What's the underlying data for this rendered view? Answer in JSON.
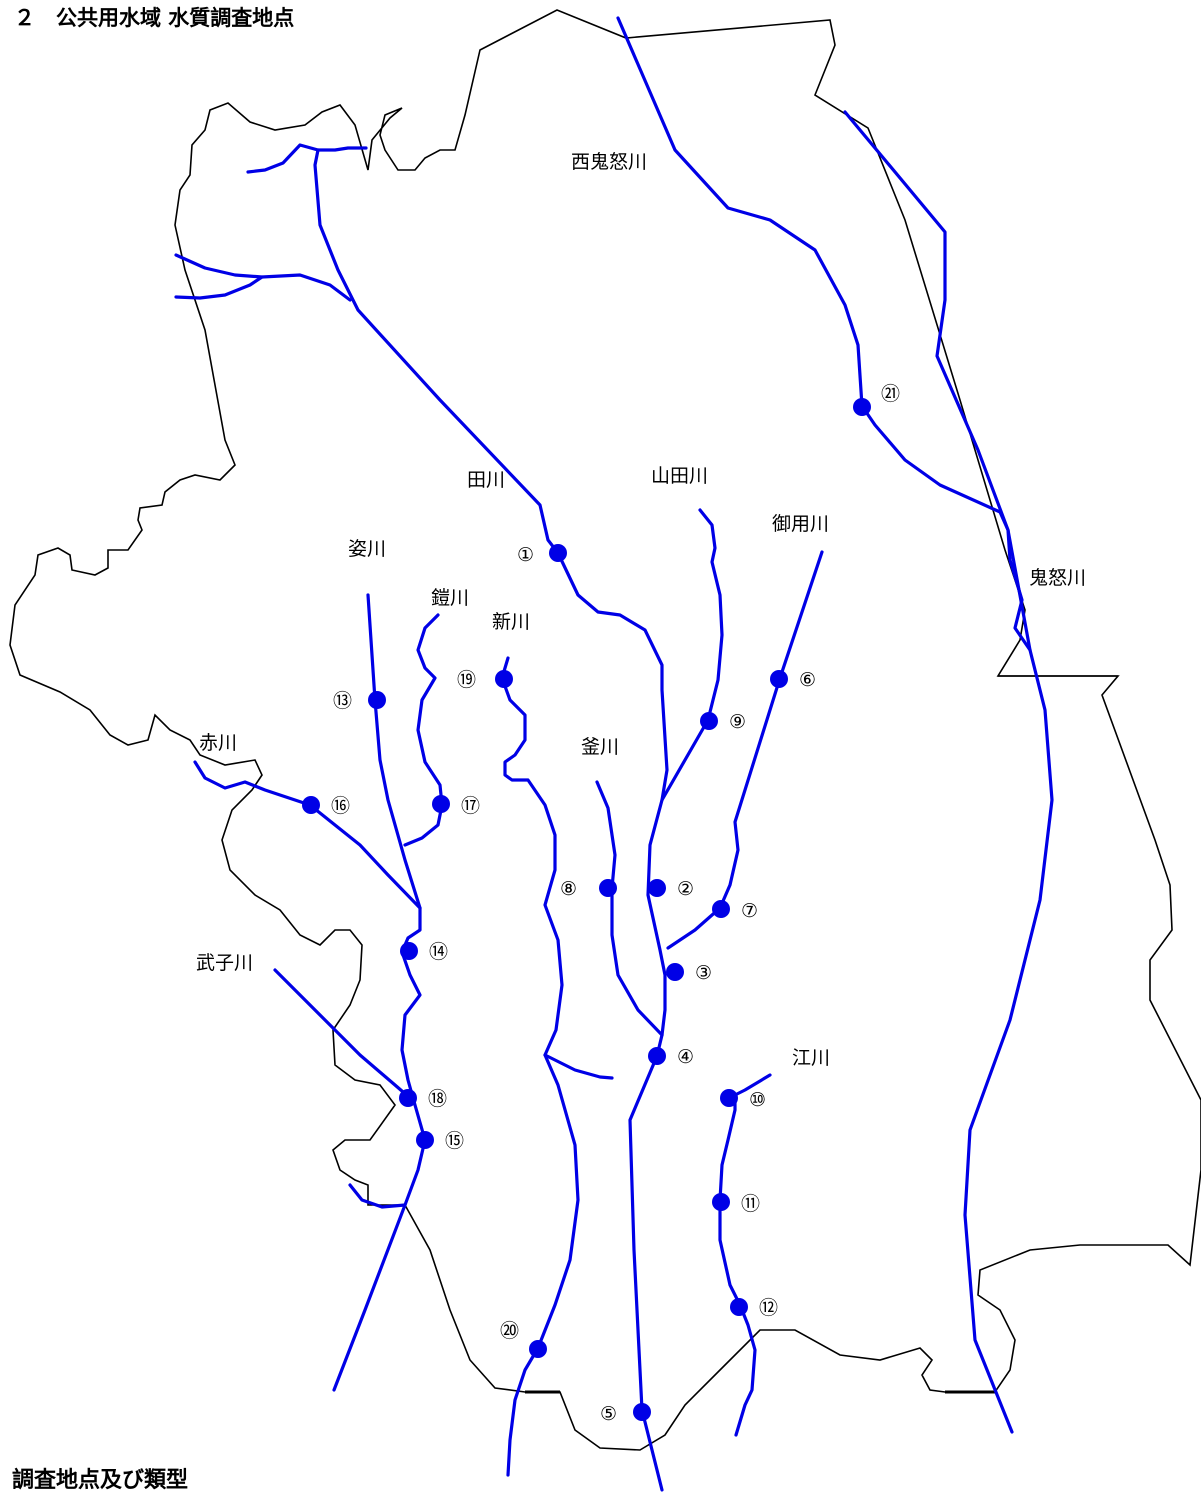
{
  "title": "２　公共用水域 水質調査地点",
  "footer_heading": "調査地点及び類型",
  "colors": {
    "river": "#0000e6",
    "boundary": "#000000",
    "background": "#ffffff"
  },
  "rivers": {
    "nishikinugawa": "西鬼怒川",
    "tagawa": "田川",
    "yamadagawa": "山田川",
    "goyogawa": "御用川",
    "kinugawa": "鬼怒川",
    "sugatagawa": "姿川",
    "yoroigawa": "鎧川",
    "shinkawa": "新川",
    "kamagawa": "釜川",
    "akagawa": "赤川",
    "mukogawa": "武子川",
    "egawa": "江川"
  },
  "points": {
    "p1": "①",
    "p2": "②",
    "p3": "③",
    "p4": "④",
    "p5": "⑤",
    "p6": "⑥",
    "p7": "⑦",
    "p8": "⑧",
    "p9": "⑨",
    "p10": "⑩",
    "p11": "⑪",
    "p12": "⑫",
    "p13": "⑬",
    "p14": "⑭",
    "p15": "⑮",
    "p16": "⑯",
    "p17": "⑰",
    "p18": "⑱",
    "p19": "⑲",
    "p20": "⑳",
    "p21": "㉑"
  }
}
